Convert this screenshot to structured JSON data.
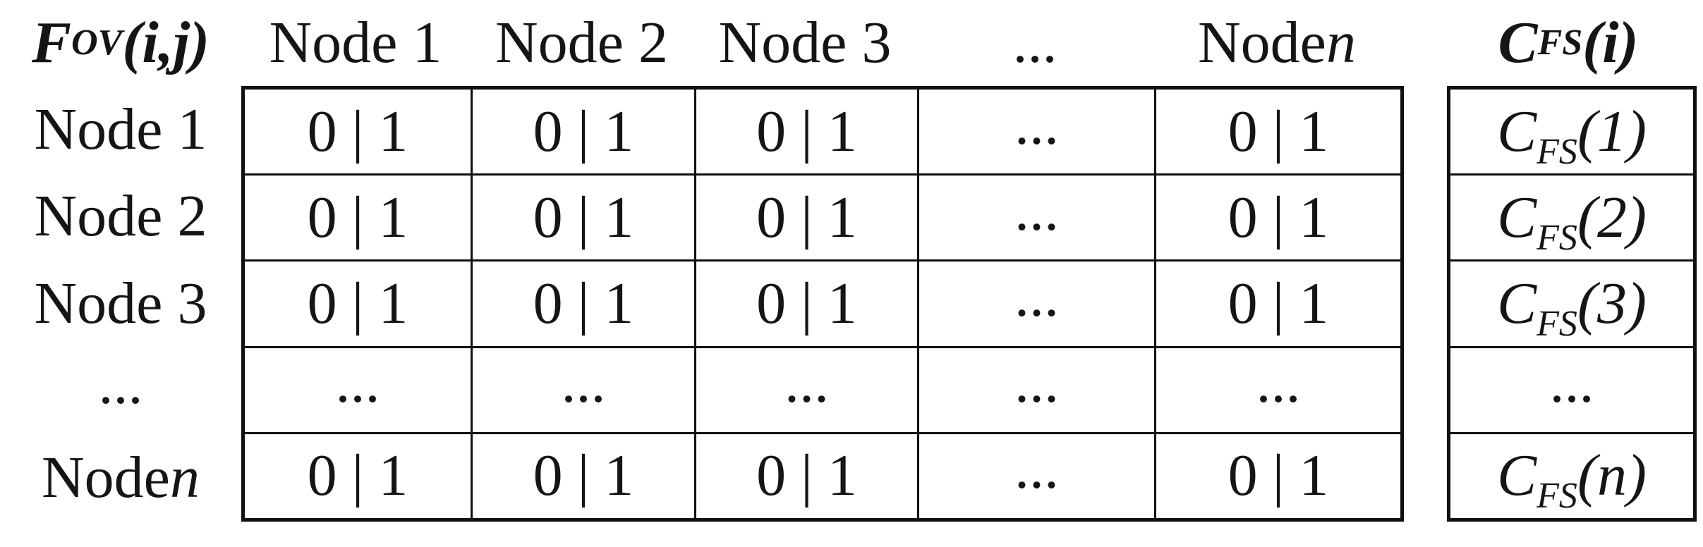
{
  "figure": {
    "title": {
      "base": "F",
      "sub": "OV",
      "args": "(i,j)"
    },
    "column_headers": [
      {
        "label": "Node 1",
        "var": ""
      },
      {
        "label": "Node 2",
        "var": ""
      },
      {
        "label": "Node 3",
        "var": ""
      },
      {
        "label": "...",
        "var": ""
      },
      {
        "label": "Node ",
        "var": "n"
      }
    ],
    "row_headers": [
      {
        "label": "Node 1",
        "var": ""
      },
      {
        "label": "Node 2",
        "var": ""
      },
      {
        "label": "Node 3",
        "var": ""
      },
      {
        "label": "...",
        "var": ""
      },
      {
        "label": "Node ",
        "var": "n"
      }
    ],
    "matrix_cells": [
      [
        "0 | 1",
        "0 | 1",
        "0 | 1",
        "...",
        "0 | 1"
      ],
      [
        "0 | 1",
        "0 | 1",
        "0 | 1",
        "...",
        "0 | 1"
      ],
      [
        "0 | 1",
        "0 | 1",
        "0 | 1",
        "...",
        "0 | 1"
      ],
      [
        "...",
        "...",
        "...",
        "...",
        "..."
      ],
      [
        "0 | 1",
        "0 | 1",
        "0 | 1",
        "...",
        "0 | 1"
      ]
    ],
    "cost_column": {
      "header": {
        "base": "C",
        "sub": "FS",
        "args": "(i)"
      },
      "cells": [
        {
          "base": "C",
          "sub": "FS",
          "args": "(1)"
        },
        {
          "base": "C",
          "sub": "FS",
          "args": "(2)"
        },
        {
          "base": "C",
          "sub": "FS",
          "args": "(3)"
        },
        {
          "label": "..."
        },
        {
          "base": "C",
          "sub": "FS",
          "args": "(n)"
        }
      ]
    },
    "colors": {
      "background": "#ffffff",
      "text": "#151515",
      "border": "#101010"
    }
  }
}
